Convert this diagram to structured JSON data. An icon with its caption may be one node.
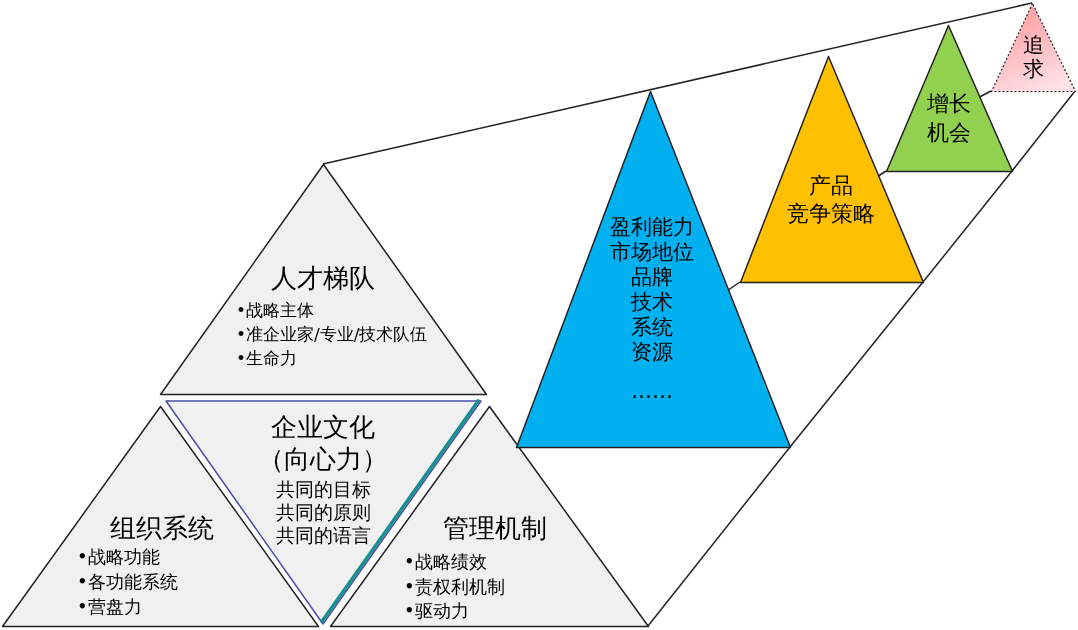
{
  "diagram": {
    "nodes": [
      {
        "text": [
          "人才梯队",
          "•战略主体",
          "•准企业家/专业/技术队伍",
          "•生命力"
        ]
      },
      {
        "text": [
          "组织系统",
          "•战略功能",
          "•各功能系统",
          "•营盘力"
        ]
      },
      {
        "text": [
          "企业文化",
          "（向心力）",
          "共同的目标",
          "共同的原则",
          "共同的语言"
        ]
      },
      {
        "text": [
          "管理机制",
          "•战略绩效",
          "•责权利机制",
          "•驱动力"
        ]
      },
      {
        "text": [
          "盈利能力",
          "市场地位",
          "品牌",
          "技术",
          "系统",
          "资源",
          "……"
        ]
      },
      {
        "text": [
          "产品",
          "竞争策略"
        ]
      },
      {
        "text": [
          "增长机会"
        ]
      },
      {
        "text": [
          "追求"
        ]
      }
    ],
    "edges": [
      {
        "from": 0,
        "to": 7,
        "arrow": "none"
      },
      {
        "from": 3,
        "to": 4,
        "arrow": "none"
      },
      {
        "from": 4,
        "to": 5,
        "arrow": "none"
      },
      {
        "from": 5,
        "to": 6,
        "arrow": "none"
      },
      {
        "from": 6,
        "to": 7,
        "arrow": "none"
      },
      {
        "from": 4,
        "to": 5,
        "arrow": "none"
      },
      {
        "from": 5,
        "to": 6,
        "arrow": "none"
      },
      {
        "from": 6,
        "to": 7,
        "arrow": "none"
      }
    ]
  }
}
